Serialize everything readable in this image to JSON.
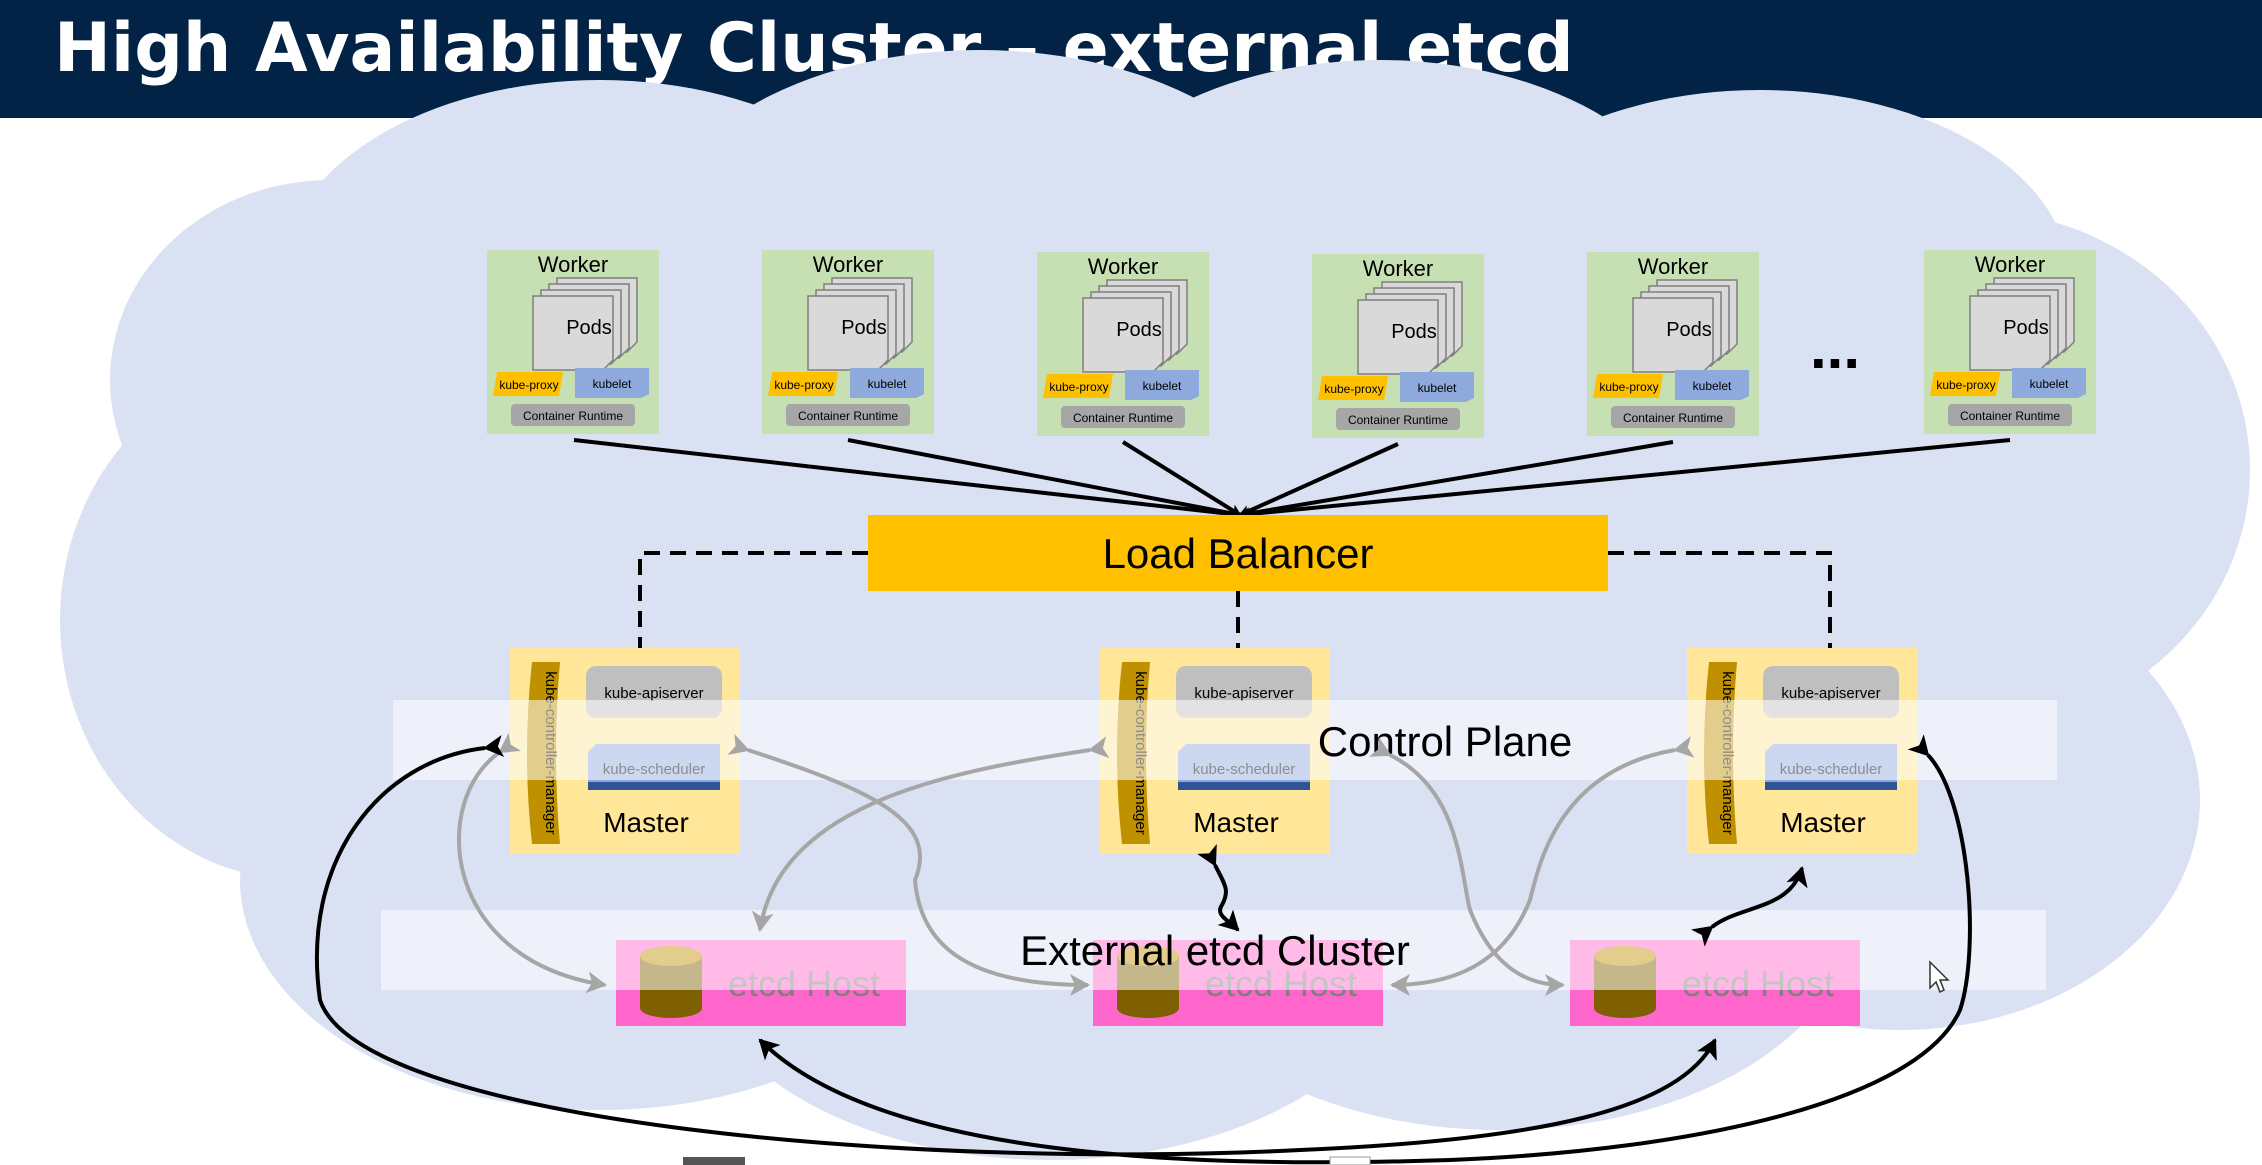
{
  "title": "High Availability Cluster – external etcd",
  "workers": [
    {
      "title": "Worker",
      "pods": "Pods",
      "proxy": "kube-proxy",
      "kubelet": "kubelet",
      "runtime": "Container Runtime"
    },
    {
      "title": "Worker",
      "pods": "Pods",
      "proxy": "kube-proxy",
      "kubelet": "kubelet",
      "runtime": "Container Runtime"
    },
    {
      "title": "Worker",
      "pods": "Pods",
      "proxy": "kube-proxy",
      "kubelet": "kubelet",
      "runtime": "Container Runtime"
    },
    {
      "title": "Worker",
      "pods": "Pods",
      "proxy": "kube-proxy",
      "kubelet": "kubelet",
      "runtime": "Container Runtime"
    },
    {
      "title": "Worker",
      "pods": "Pods",
      "proxy": "kube-proxy",
      "kubelet": "kubelet",
      "runtime": "Container Runtime"
    },
    {
      "title": "Worker",
      "pods": "Pods",
      "proxy": "kube-proxy",
      "kubelet": "kubelet",
      "runtime": "Container Runtime"
    }
  ],
  "ellipsis": "...",
  "load_balancer": "Load Balancer",
  "masters": [
    {
      "title": "Master",
      "apiserver": "kube-apiserver",
      "scheduler": "kube-scheduler",
      "controller": "kube-controller-manager"
    },
    {
      "title": "Master",
      "apiserver": "kube-apiserver",
      "scheduler": "kube-scheduler",
      "controller": "kube-controller-manager"
    },
    {
      "title": "Master",
      "apiserver": "kube-apiserver",
      "scheduler": "kube-scheduler",
      "controller": "kube-controller-manager"
    }
  ],
  "control_plane": "Control Plane",
  "etcd_cluster": "External etcd Cluster",
  "etcd_hosts": [
    {
      "label": "etcd Host"
    },
    {
      "label": "etcd Host"
    },
    {
      "label": "etcd Host"
    }
  ],
  "colors": {
    "title_bar": "#022246",
    "cloud": "#dae1f3",
    "worker": "#c6e0b4",
    "kube_proxy": "#ffc000",
    "kubelet": "#8ea9db",
    "load_balancer": "#ffc000",
    "master": "#ffe699",
    "controller": "#bf9000",
    "etcd_host": "#ff66cc",
    "etcd_host_light": "#ffccf0"
  }
}
